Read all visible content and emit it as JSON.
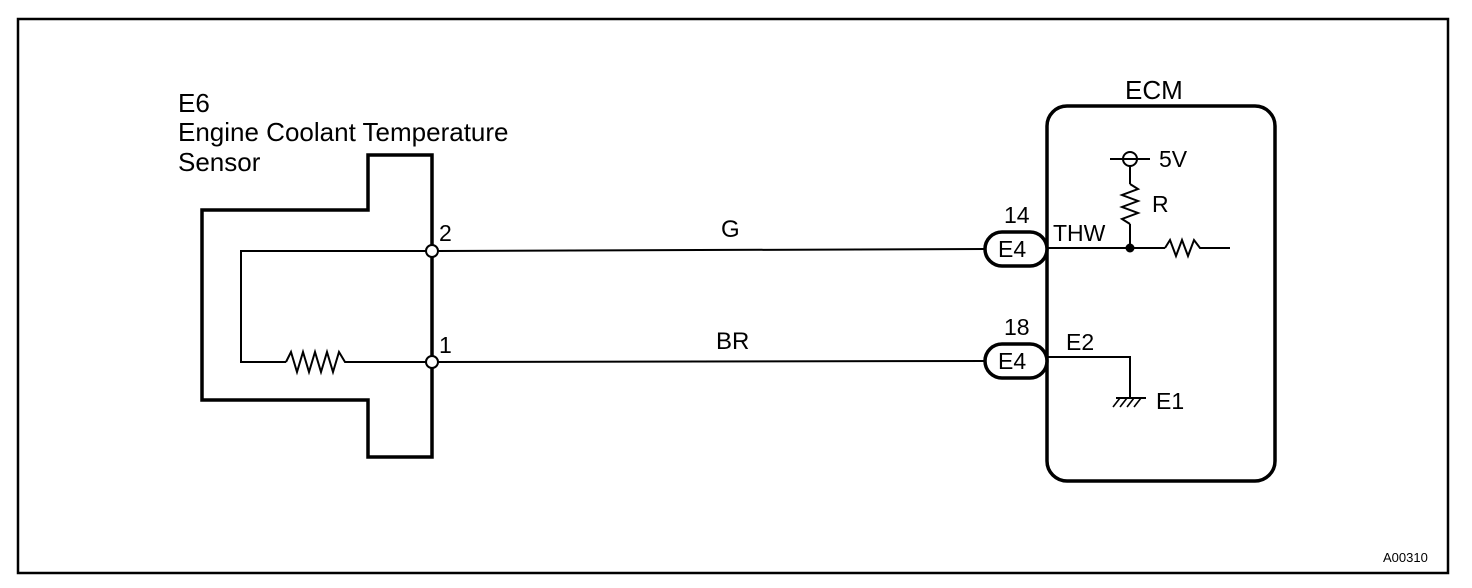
{
  "sensor": {
    "ref": "E6",
    "name_line1": "Engine Coolant Temperature",
    "name_line2": "Sensor",
    "pin_top": "2",
    "pin_bottom": "1"
  },
  "wires": {
    "top_color": "G",
    "bottom_color": "BR"
  },
  "connectors": {
    "top": {
      "pin": "14",
      "label": "E4"
    },
    "bottom": {
      "pin": "18",
      "label": "E4"
    }
  },
  "ecm": {
    "title": "ECM",
    "supply": "5V",
    "resistor": "R",
    "signal": "THW",
    "return": "E2",
    "ground": "E1"
  },
  "figure_id": "A00310",
  "colors": {
    "line": "#000000",
    "background": "#ffffff"
  }
}
